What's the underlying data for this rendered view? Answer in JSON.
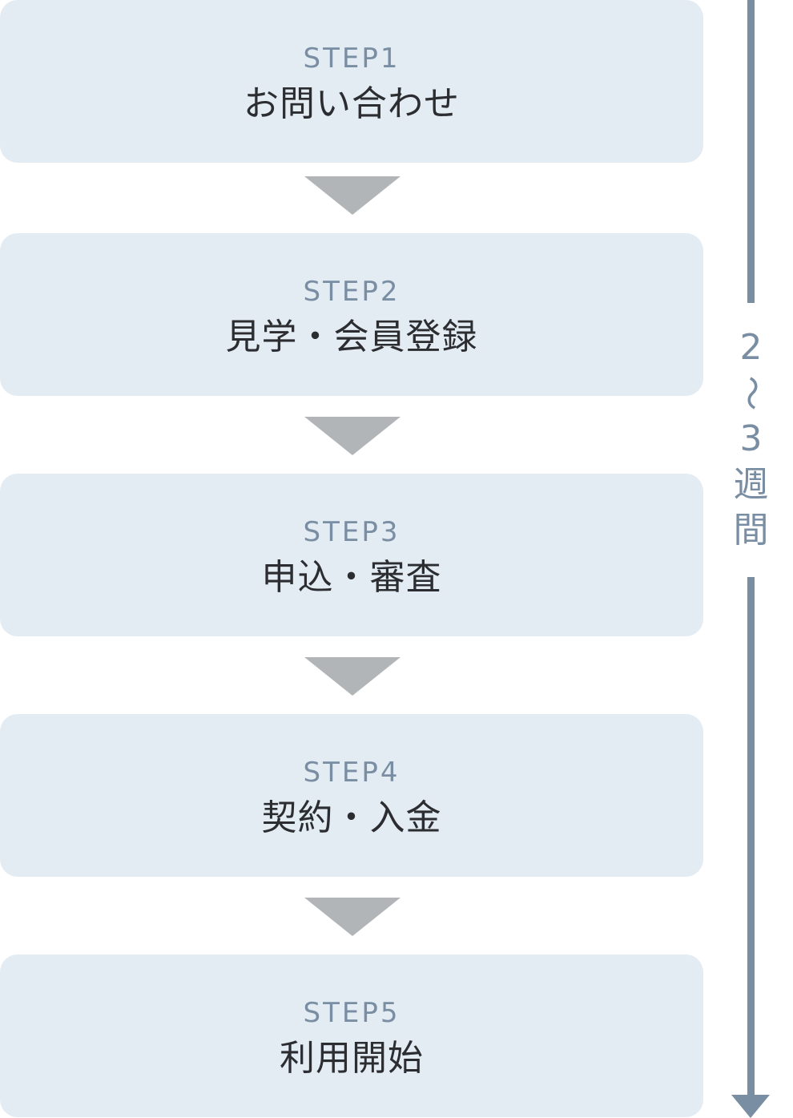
{
  "steps": [
    {
      "label": "STEP1",
      "title": "お問い合わせ"
    },
    {
      "label": "STEP2",
      "title": "見学・会員登録"
    },
    {
      "label": "STEP3",
      "title": "申込・審査"
    },
    {
      "label": "STEP4",
      "title": "契約・入金"
    },
    {
      "label": "STEP5",
      "title": "利用開始"
    }
  ],
  "duration": {
    "chars": [
      "2",
      "〜",
      "3",
      "週",
      "間"
    ]
  },
  "colors": {
    "box": "#e3ebf3",
    "step_label": "#7a8ea3",
    "arrow": "#b1b5b8",
    "timeline": "#7a8ea3"
  }
}
